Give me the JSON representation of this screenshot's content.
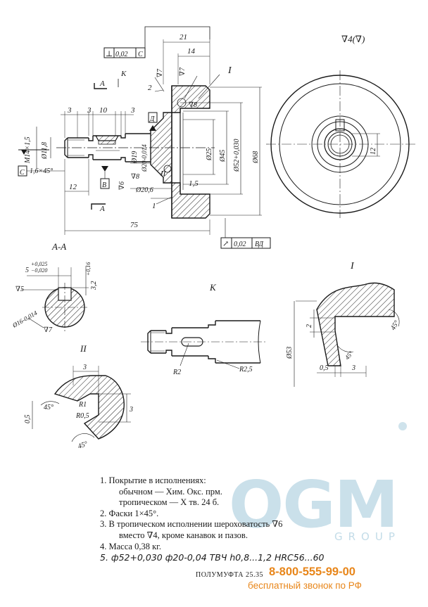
{
  "drawing": {
    "roughness_general": "∇4(∇)",
    "main_view": {
      "dims": {
        "d21": "21",
        "d14": "14",
        "d75": "75",
        "d3a": "3",
        "d3b": "3",
        "d10": "10",
        "d3c": "3",
        "d12": "12",
        "d1_5": "1,5",
        "d2": "2",
        "d1": "1",
        "chamfer": "1,6×45°",
        "dia_m14": "M14×1,5",
        "dia_11_8": "Ø11,8",
        "dia_19": "Ø19",
        "dia_20": "Ø20-0,014",
        "dia_20_6": "Ø20,6",
        "dia_25": "Ø25",
        "dia_45": "Ø45",
        "dia_52": "Ø52+0,030",
        "dia_68": "Ø68"
      },
      "roughness": {
        "r7a": "∇7",
        "r7b": "∇7",
        "r8a": "∇8",
        "r8b": "∇8",
        "r6": "∇6"
      },
      "tolerance_top": {
        "sym": "⊥",
        "val": "0,02",
        "base": "С"
      },
      "tolerance_bottom": {
        "sym": "↗",
        "val": "0,02",
        "base": "ВД"
      },
      "datum_c": "С",
      "datum_v": "В",
      "datum_d": "Д",
      "section_a_top": "А",
      "section_a_bottom": "А",
      "view_k": "К",
      "ref_I": "I",
      "ref_II": "II"
    },
    "end_view": {
      "d12": "12"
    },
    "section_aa": {
      "title": "А-А",
      "d5": "5",
      "d5_tol_up": "+0,025",
      "d5_tol_lo": "−0,020",
      "d3_2": "3,2",
      "d3_2_tol": "+0,16",
      "dia16": "Ø16-0,014",
      "r5": "∇5",
      "r7": "∇7"
    },
    "view_k": {
      "title": "К",
      "r2": "R2",
      "r2_5": "R2,5"
    },
    "detail_I": {
      "title": "I",
      "ang1": "45°",
      "ang2": "45°",
      "d2": "2",
      "d0_5": "0,5",
      "d3": "3",
      "d53": "Ø53"
    },
    "detail_II": {
      "title": "II",
      "d3a": "3",
      "d3b": "3",
      "r1": "R1",
      "r0_5": "R0,5",
      "ang1": "45°",
      "ang2": "45°",
      "d0_5": "0,5"
    }
  },
  "notes": {
    "n1": "1. Покрытие в исполнениях:",
    "n1a": "обычном — Хим. Окс. прм.",
    "n1b": "тропическом — Х тв. 24 б.",
    "n2": "2. Фаски 1×45°.",
    "n3": "3. В тропическом исполнении шероховатость ∇6",
    "n3a": "вместо ∇4, кроме канавок и пазов.",
    "n4": "4. Масса 0,38 кг.",
    "n5": "5. ф52+0,030 ф20-0,04 ТВЧ h0,8...1,2 HRC56...60"
  },
  "title_block": {
    "name": "ПОЛУМУФТА 25.35"
  },
  "watermark": {
    "letters": "OGM",
    "group": "GROUP",
    "phone": "8-800-555-99-00",
    "free_call": "бесплатный звонок по РФ"
  },
  "colors": {
    "ink": "#1a1a1a",
    "brand_orange": "#e8861a",
    "watermark_blue": "#b9d6e4"
  }
}
